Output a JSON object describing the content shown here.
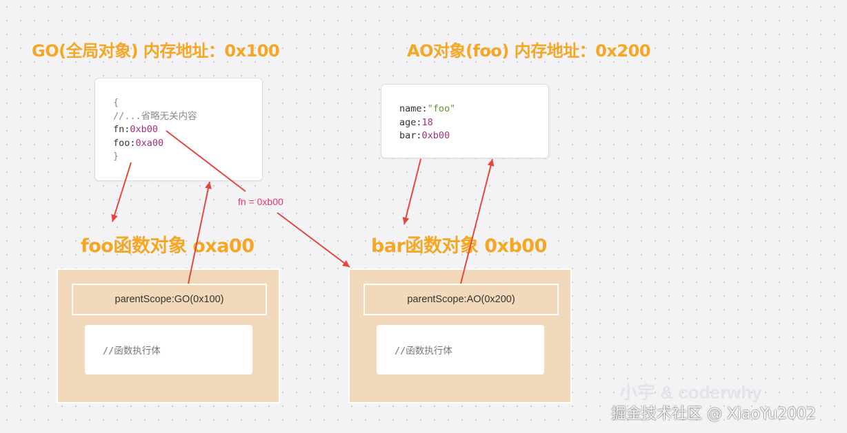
{
  "titles": {
    "go": "GO(全局对象)   内存地址：0x100",
    "ao": "AO对象(foo)   内存地址：0x200",
    "foo_fn": "foo函数对象 oxa00",
    "bar_fn": "bar函数对象 0xb00"
  },
  "go_memory": {
    "open": "{",
    "comment": "//...省略无关内容",
    "fn_key": "fn:",
    "fn_val": "0xb00",
    "foo_key": "foo:",
    "foo_val": "0xa00",
    "close": "}"
  },
  "ao_memory": {
    "name_key": "name:",
    "name_val": "\"foo\"",
    "age_key": "age:",
    "age_val": "18",
    "bar_key": "bar:",
    "bar_val": "0xb00"
  },
  "foo_object": {
    "parent_scope": "parentScope:GO(0x100)",
    "body": "//函数执行体"
  },
  "bar_object": {
    "parent_scope": "parentScope:AO(0x200)",
    "body": "//函数执行体"
  },
  "arrow_label": "fn = 0xb00",
  "colors": {
    "title": "#f5a623",
    "arrow": "#e6463a",
    "label": "#e8336d",
    "object_fill": "#f2d9bb"
  },
  "watermark": {
    "faint": "小宇 & coderwhy",
    "main": "掘金技术社区 @ XiaoYu2002"
  }
}
